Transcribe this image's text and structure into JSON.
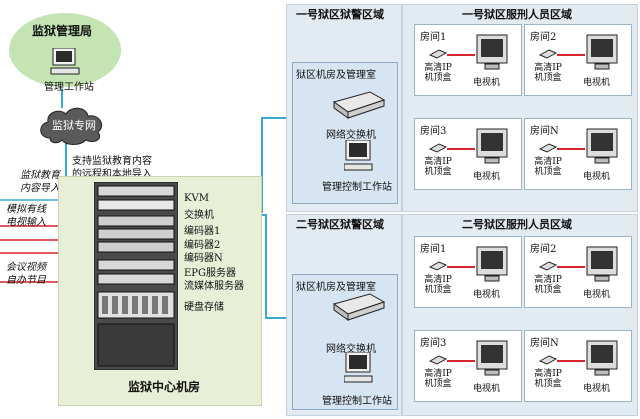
{
  "bureau": {
    "title": "监狱管理局",
    "workstation": "管理工作站"
  },
  "network": {
    "name": "监狱专网",
    "note_line1": "支持监狱教育内容",
    "note_line2": "的远程和本地导入"
  },
  "left_inputs": {
    "edu_line1": "监狱教育",
    "edu_line2": "内容导入",
    "tv_line1": "模拟有线",
    "tv_line2": "电视输入",
    "conf_line1": "会议视频",
    "conf_line2": "自办节目"
  },
  "center": {
    "title": "监狱中心机房",
    "items": [
      "KVM",
      "交换机",
      "编码器1",
      "编码器2",
      "编码器N",
      "EPG服务器",
      "流媒体服务器",
      "硬盘存储"
    ]
  },
  "zone1": {
    "guard_title": "一号狱区狱警区域",
    "inmate_title": "一号狱区服刑人员区域",
    "office": "狱区机房及管理室",
    "switch": "网络交换机",
    "workstation": "管理控制工作站",
    "rooms": [
      "房间1",
      "房间2",
      "房间3",
      "房间N"
    ]
  },
  "zone2": {
    "guard_title": "二号狱区狱警区域",
    "inmate_title": "二号狱区服刑人员区域",
    "office": "狱区机房及管理室",
    "switch": "网络交换机",
    "workstation": "管理控制工作站",
    "rooms": [
      "房间1",
      "房间2",
      "房间3",
      "房间N"
    ]
  },
  "device": {
    "stb_line1": "高清IP",
    "stb_line2": "机顶盒",
    "tv": "电视机"
  },
  "colors": {
    "network_line": "#3aa9d8",
    "link_line": "#d6232e",
    "zone_bg": "#d6e5f1",
    "center_bg": "#e7efd6",
    "bureau_bg": "#c4e4b4"
  }
}
